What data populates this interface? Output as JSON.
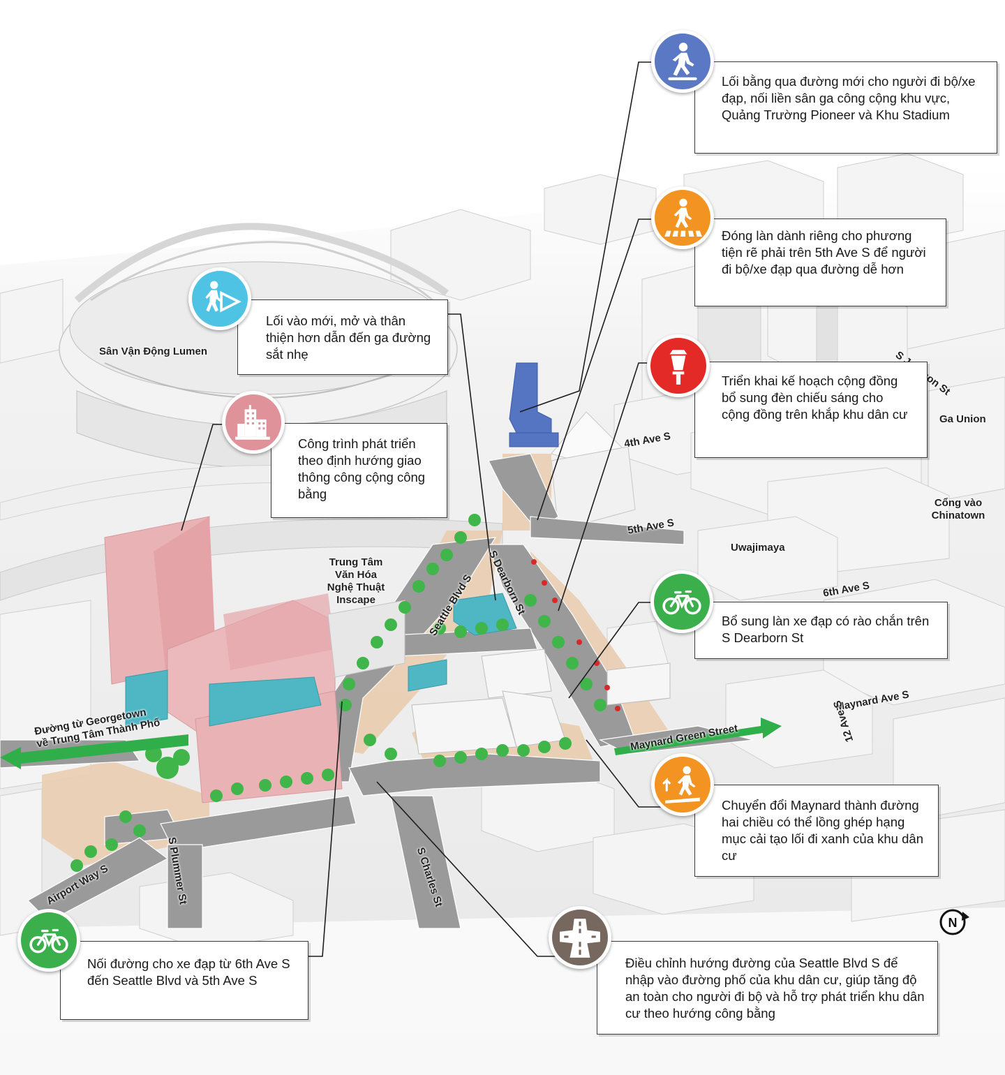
{
  "callouts": {
    "crossing": "Lối bằng qua đường mới cho người đi bộ/xe đạp,  nối liền sân ga công cộng khu vực, Quảng Trường Pioneer và Khu Stadium",
    "close_lane": "Đóng làn dành riêng cho phương tiện rẽ phải trên 5th Ave S để người đi bộ/xe đạp qua đường dễ hơn",
    "station": "Lối vào mới, mở và thân thiện hơn dẫn đến ga đường sắt nhẹ",
    "lighting": "Triển khai kế hoạch cộng đồng bổ sung đèn chiếu sáng cho cộng đồng trên khắp khu dân cư",
    "tod": "Công trình phát triển theo định hướng giao thông công cộng công bằng",
    "bike_lane": "Bổ sung làn xe đạp có rào chắn trên S Dearborn St",
    "maynard": "Chuyển đổi Maynard thành đường hai chiều có thể lồng ghép hạng mục cải tạo lối đi xanh của khu dân cư",
    "bike_connect": "Nối đường cho xe đạp từ 6th Ave S đến Seattle Blvd và 5th Ave S",
    "seattle_blvd": "Điều chỉnh hướng đường của Seattle Blvd S để nhập vào đường phố của khu dân cư, giúp tăng độ an toàn cho người đi bộ và hỗ trợ phát triển khu dân cư theo hướng công bằng"
  },
  "labels": {
    "stadium": "Sân Vận Động Lumen",
    "inscape_1": "Trung Tâm",
    "inscape_2": "Văn Hóa",
    "inscape_3": "Nghệ Thuật",
    "inscape_4": "Inscape",
    "jackson": "S Jackson St",
    "union": "Ga Union",
    "ave4": "4th Ave S",
    "ave5": "5th Ave S",
    "chinatown_1": "Cổng vào",
    "chinatown_2": "Chinatown",
    "uwajimaya": "Uwajimaya",
    "ave6": "6th Ave S",
    "seattle_blvd": "Seattle Blvd S",
    "dearborn": "S Dearborn St",
    "maynard_ave": "Maynard Ave S",
    "ave12": "12 Ave S",
    "maynard_green": "Maynard Green Street",
    "georgetown_1": "Đường từ Georgetown",
    "georgetown_2": "về Trung Tâm Thành Phố",
    "airport": "Airport Way S",
    "plummer": "S Plummer St",
    "charles": "S Charles St",
    "north": "N"
  },
  "colors": {
    "pedestrian_blue": "#5b78c4",
    "orange": "#f39322",
    "red": "#e32a27",
    "green": "#3aaf4c",
    "cyan": "#4fc3e4",
    "pink": "#e0929a",
    "brown": "#76685e",
    "arrow_green": "#2fae4a",
    "building_pink": "#e9b3b5",
    "building_teal": "#4fb6c4",
    "road": "#9a9a9a",
    "plaza": "#e9cdb0",
    "tree": "#3fb54a"
  },
  "icons": {
    "crossing": "pedestrian-walking-icon",
    "close_lane": "pedestrian-crosswalk-icon",
    "station": "pedestrian-arrow-icon",
    "lighting": "street-lamp-icon",
    "tod": "buildings-icon",
    "bike_lane": "bicycle-icon",
    "maynard": "pedestrian-turn-icon",
    "bike_connect": "bicycle-icon",
    "seattle_blvd": "road-merge-icon"
  }
}
